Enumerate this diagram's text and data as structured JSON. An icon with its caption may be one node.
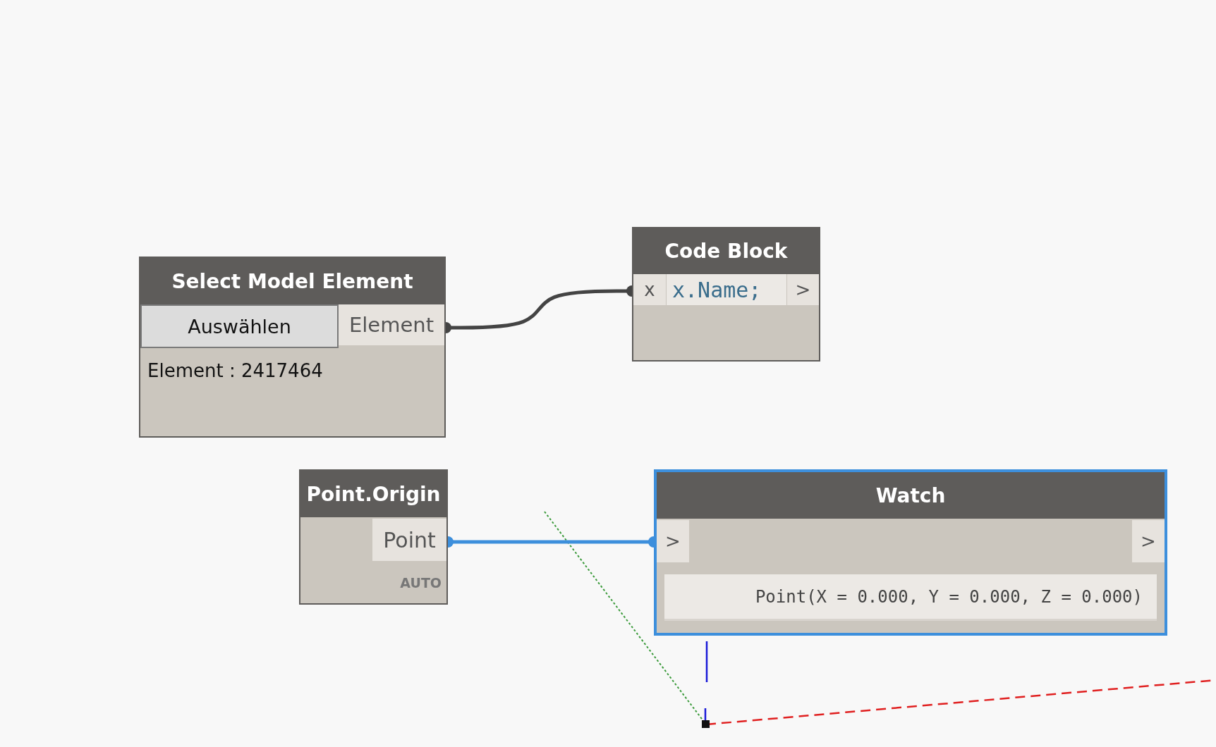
{
  "diagram": {
    "nodes": [
      {
        "text": [
          "Select Model Element",
          "Auswählen",
          "Element",
          "Element : 2417464"
        ]
      },
      {
        "text": [
          "Code Block",
          "x",
          "x.Name;",
          ">"
        ]
      },
      {
        "text": [
          "Point.Origin",
          "Point",
          "AUTO"
        ]
      },
      {
        "text": [
          "Watch",
          ">",
          ">",
          "Point(X = 0.000, Y = 0.000, Z = 0.000)"
        ]
      }
    ],
    "edges": [
      {
        "from": 0,
        "to": 1,
        "arrow": "other"
      },
      {
        "from": 2,
        "to": 3,
        "arrow": "other",
        "color": "#3d8fdc"
      }
    ]
  }
}
